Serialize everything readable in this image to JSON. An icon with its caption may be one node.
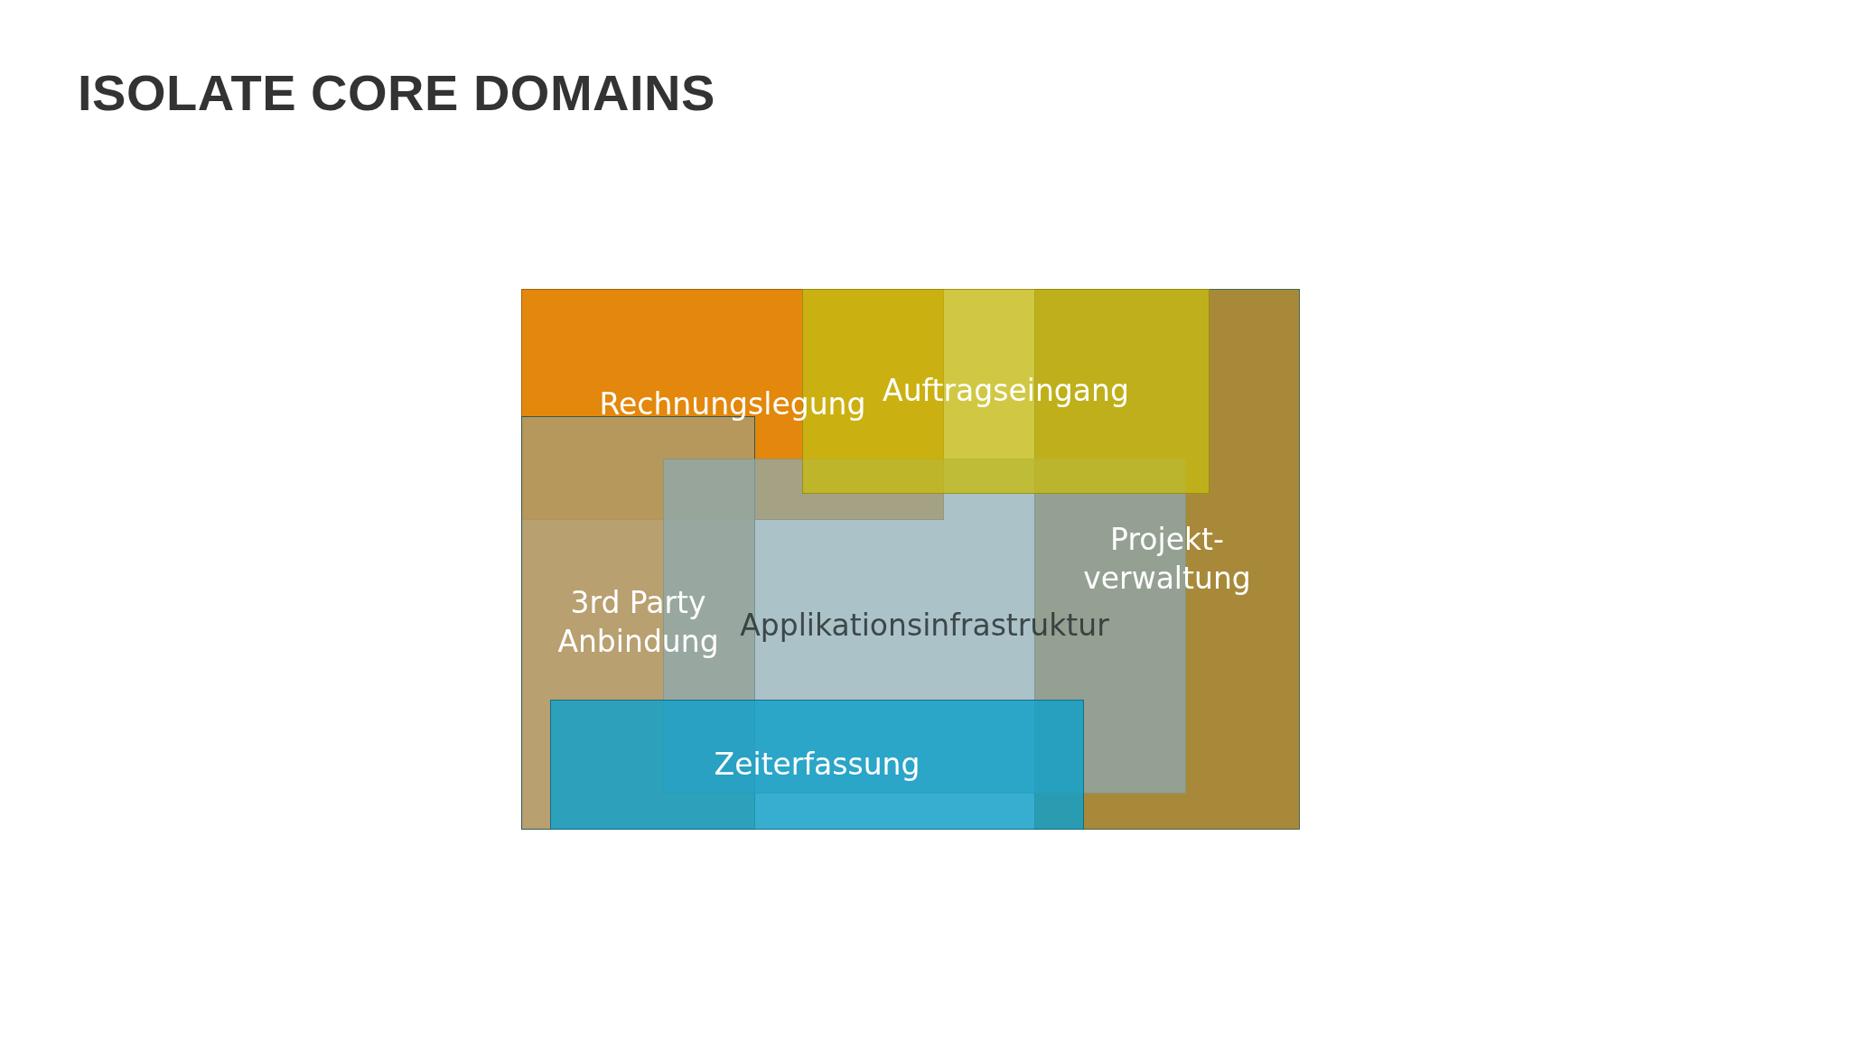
{
  "diagram": {
    "title": "ISOLATE CORE DOMAINS",
    "nodes": [
      {
        "text": [
          "Rechnungslegung"
        ]
      },
      {
        "text": [
          "Auftragseingang"
        ]
      },
      {
        "text": [
          "Projekt-verwaltung"
        ]
      },
      {
        "text": [
          "3rd Party Anbindung"
        ]
      },
      {
        "text": [
          "Applikationsinfrastruktur"
        ]
      },
      {
        "text": [
          "Zeiterfassung"
        ]
      }
    ]
  }
}
